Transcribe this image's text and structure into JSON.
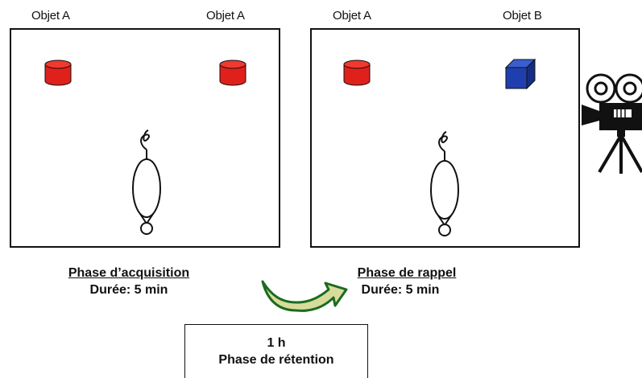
{
  "acquisition": {
    "left_object_label": "Objet A",
    "right_object_label": "Objet A",
    "title": "Phase d’acquisition",
    "duration": "Durée: 5 min"
  },
  "recall": {
    "left_object_label": "Objet A",
    "right_object_label": "Objet B",
    "title": "Phase de rappel",
    "duration": "Durée: 5 min"
  },
  "retention": {
    "delay": "1 h",
    "title": "Phase de rétention"
  },
  "colors": {
    "object_a": "#e0201b",
    "object_b": "#1f3fb0",
    "arrow": "#d8dc9a"
  }
}
